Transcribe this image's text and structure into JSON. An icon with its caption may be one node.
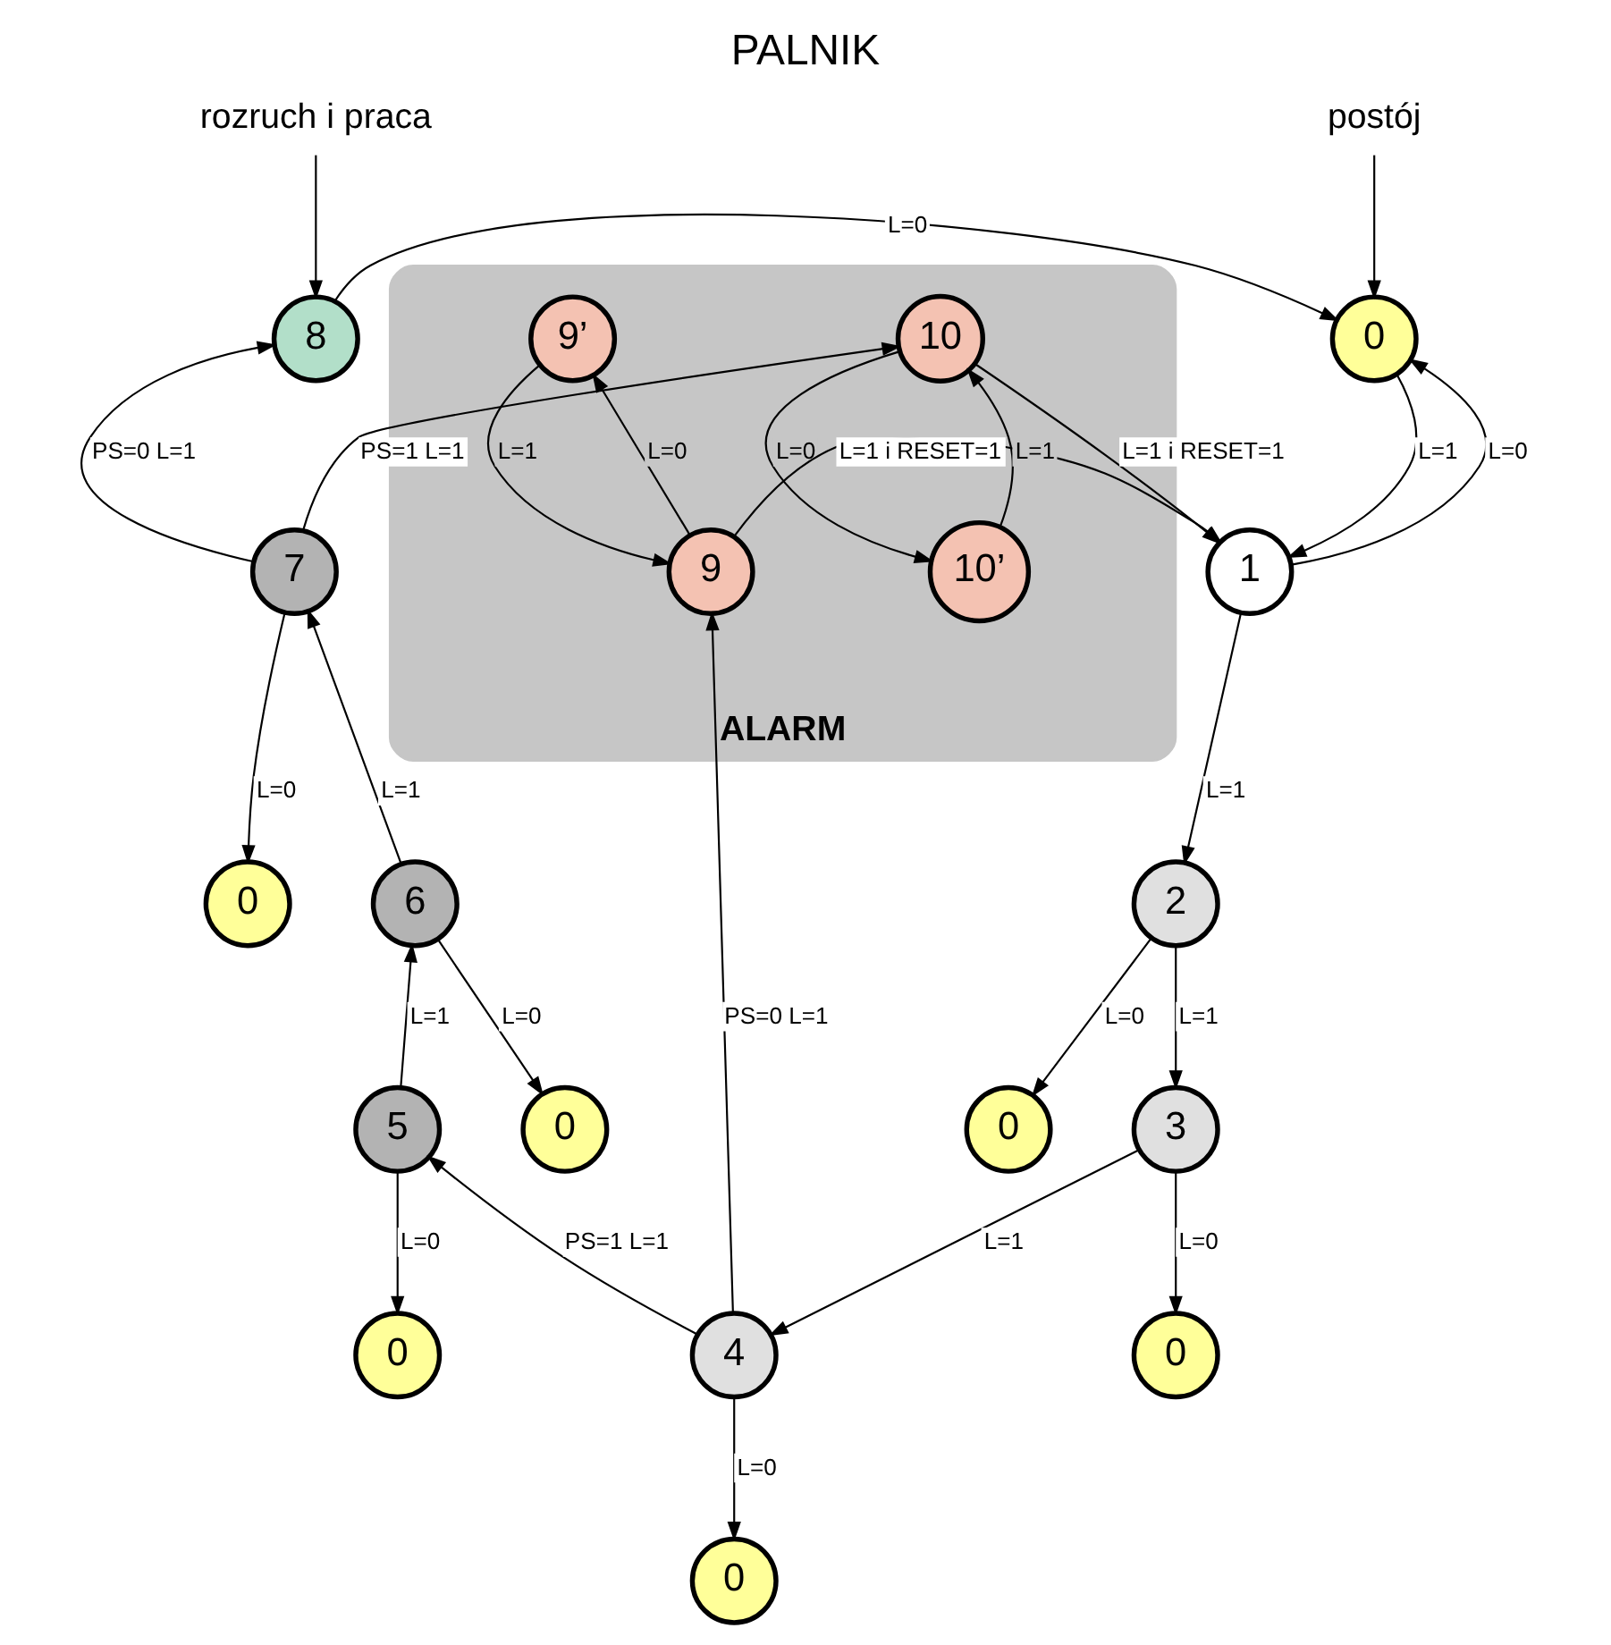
{
  "diagram": {
    "title": "PALNIK",
    "nodes": [
      {
        "text": [
          "rozruch i praca"
        ]
      },
      {
        "text": [
          "postój"
        ]
      },
      {
        "text": [
          "8"
        ]
      },
      {
        "text": [
          "0"
        ]
      },
      {
        "text": [
          "7"
        ]
      },
      {
        "text": [
          "1"
        ]
      },
      {
        "text": [
          "0"
        ]
      },
      {
        "text": [
          "ALARM"
        ]
      },
      {
        "text": [
          "10"
        ],
        "in": 7
      },
      {
        "text": [
          "9’"
        ],
        "in": 7
      },
      {
        "text": [
          "9"
        ],
        "in": 7
      },
      {
        "text": [
          "10’"
        ],
        "in": 7
      },
      {
        "text": [
          "0"
        ]
      },
      {
        "text": [
          "6"
        ]
      },
      {
        "text": [
          "2"
        ]
      },
      {
        "text": [
          "0"
        ]
      },
      {
        "text": [
          "0"
        ]
      },
      {
        "text": [
          "5"
        ]
      },
      {
        "text": [
          "3"
        ]
      },
      {
        "text": [
          "4"
        ]
      },
      {
        "text": [
          "0"
        ]
      },
      {
        "text": [
          "0"
        ]
      }
    ],
    "edges": [
      {
        "from": 0,
        "to": 2,
        "arrow": "to"
      },
      {
        "from": 1,
        "to": 3,
        "arrow": "to"
      },
      {
        "from": 2,
        "to": 3,
        "arrow": "to",
        "label": "L=0"
      },
      {
        "from": 3,
        "to": 5,
        "arrow": "to",
        "label": "L=1"
      },
      {
        "from": 5,
        "to": 3,
        "arrow": "to",
        "label": "L=0"
      },
      {
        "from": 4,
        "to": 2,
        "arrow": "to",
        "label": "PS=0 L=1"
      },
      {
        "from": 4,
        "to": 6,
        "arrow": "to",
        "label": "L=0"
      },
      {
        "from": 4,
        "to": 8,
        "arrow": "to",
        "label": "PS=1 L=1"
      },
      {
        "from": 8,
        "to": 5,
        "arrow": "to",
        "label": "L=1 i RESET=1"
      },
      {
        "from": 10,
        "to": 5,
        "arrow": "to",
        "label": "L=1 i RESET=1"
      },
      {
        "from": 9,
        "to": 10,
        "arrow": "to",
        "label": "L=1"
      },
      {
        "from": 10,
        "to": 9,
        "arrow": "to",
        "label": "L=0"
      },
      {
        "from": 11,
        "to": 8,
        "arrow": "to",
        "label": "L=1"
      },
      {
        "from": 8,
        "to": 11,
        "arrow": "to",
        "label": "L=0"
      },
      {
        "from": 5,
        "to": 14,
        "arrow": "to",
        "label": "L=1"
      },
      {
        "from": 14,
        "to": 12,
        "arrow": "to",
        "label": "L=0"
      },
      {
        "from": 14,
        "to": 18,
        "arrow": "to",
        "label": "L=1"
      },
      {
        "from": 18,
        "to": 16,
        "arrow": "to",
        "label": "L=0"
      },
      {
        "from": 18,
        "to": 19,
        "arrow": "to",
        "label": "L=1"
      },
      {
        "from": 19,
        "to": 10,
        "arrow": "to",
        "label": "PS=0 L=1"
      },
      {
        "from": 19,
        "to": 17,
        "arrow": "to",
        "label": "PS=1 L=1"
      },
      {
        "from": 19,
        "to": 21,
        "arrow": "to",
        "label": "L=0"
      },
      {
        "from": 17,
        "to": 13,
        "arrow": "to",
        "label": "L=1"
      },
      {
        "from": 17,
        "to": 20,
        "arrow": "to",
        "label": "L=0"
      },
      {
        "from": 13,
        "to": 4,
        "arrow": "to",
        "label": "L=1"
      },
      {
        "from": 13,
        "to": 15,
        "arrow": "to",
        "label": "L=0"
      }
    ]
  }
}
